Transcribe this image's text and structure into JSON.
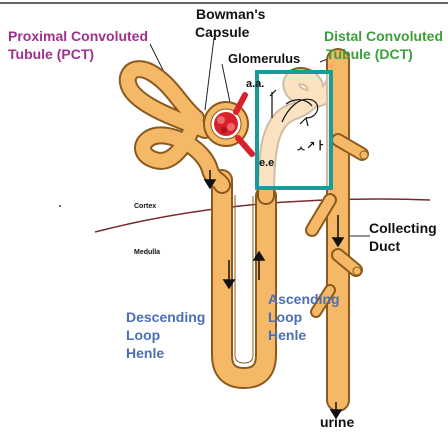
{
  "labels": {
    "bowmans_capsule_line1": "Bowman's",
    "bowmans_capsule_line2": "Capsule",
    "proximal_line1": "Proximal Convoluted",
    "proximal_line2": "Tubule (PCT)",
    "distal_line1": "Distal Convoluted",
    "distal_line2": "Tubule (DCT)",
    "glomerulus": "Glomerulus",
    "afferent": "a.a.",
    "efferent": "e.e",
    "cortex": "Cortex",
    "medulla": "Medulla",
    "collecting_line1": "Collecting",
    "collecting_line2": "Duct",
    "descending_line1": "Descending",
    "descending_line2": "Loop",
    "descending_line3": "Henle",
    "ascending_line1": "Ascending",
    "ascending_line2": "Loop",
    "ascending_line3": "Henle",
    "urine": "urine",
    "handwritten_note": "ᆺ↗ㅏ"
  },
  "colors": {
    "tubule_fill": "#f4b867",
    "tubule_outline": "#8a5a1e",
    "glomerulus": "#d8212a",
    "highlight_box": "#1a9a9a",
    "divider_line": "#7a2a2a",
    "purple_text": "#a0308c",
    "green_text": "#3a9e3a",
    "blue_text": "#4a6fb4"
  }
}
